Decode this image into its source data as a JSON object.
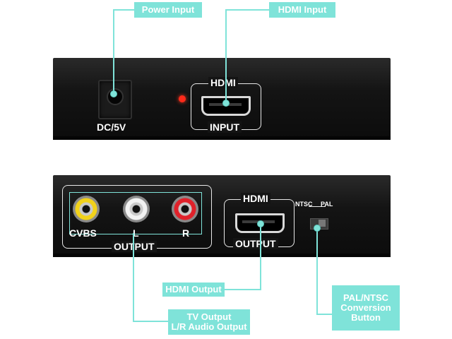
{
  "callouts": {
    "power_input": "Power Input",
    "hdmi_input": "HDMI Input",
    "hdmi_output": "HDMI Output",
    "tv_output_1": "TV Output",
    "tv_output_2": "L/R Audio Output",
    "pal_ntsc_1": "PAL/NTSC",
    "pal_ntsc_2": "Conversion",
    "pal_ntsc_3": "Button"
  },
  "top_device": {
    "dc_label": "DC/5V",
    "hdmi_label": "HDMI",
    "input_label": "INPUT"
  },
  "bottom_device": {
    "cvbs_label": "CVBS",
    "l_label": "L",
    "r_label": "R",
    "av_output_label": "OUTPUT",
    "hdmi_label": "HDMI",
    "hdmi_output_label": "OUTPUT",
    "ntsc_label": "NTSC",
    "pal_label": "PAL"
  },
  "colors": {
    "callout": "#7fe3d9",
    "led": "#ff2a1a",
    "rca_yellow": "#f2d21a",
    "rca_white": "#f2f2f2",
    "rca_red": "#e0212a"
  }
}
